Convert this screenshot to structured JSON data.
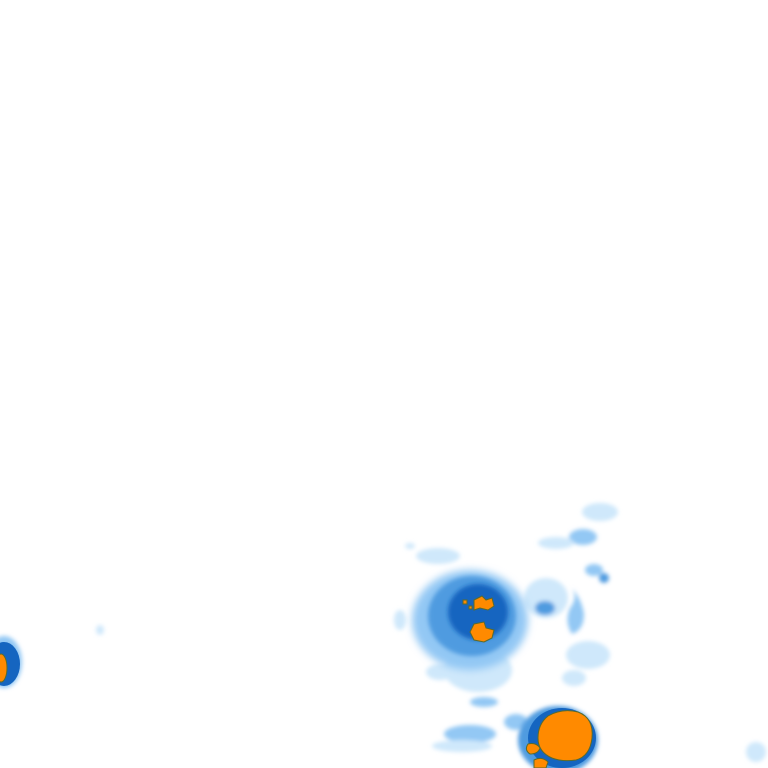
{
  "map": {
    "type": "precipitation-radar-tile",
    "background": "#ffffff",
    "legend_colors": {
      "very_light": "#cfe8fb",
      "light": "#93c8f4",
      "moderate": "#4f9be0",
      "heavy": "#1565c0",
      "intense_outline": "#5a6b2c",
      "intense": "#ff8a00"
    },
    "cells": [
      {
        "name": "west-edge-cell",
        "intensity": "intense"
      },
      {
        "name": "central-storm-cell",
        "intensity": "intense"
      },
      {
        "name": "south-large-cell",
        "intensity": "intense"
      },
      {
        "name": "northeast-light-scatter",
        "intensity": "light"
      },
      {
        "name": "southwest-light-band",
        "intensity": "light"
      },
      {
        "name": "far-east-trace",
        "intensity": "very_light"
      }
    ]
  }
}
